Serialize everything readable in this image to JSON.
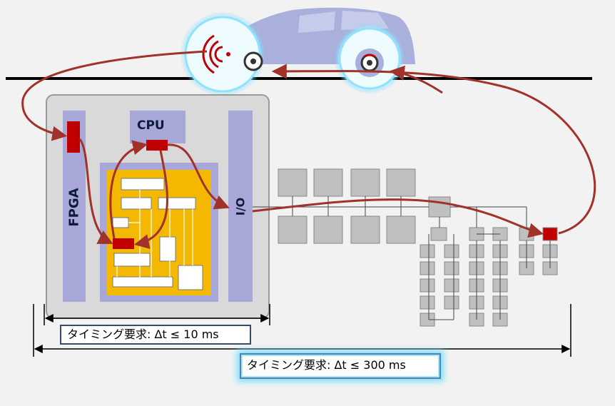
{
  "labels": {
    "cpu": "CPU",
    "fpga": "FPGA",
    "io": "I/O"
  },
  "timing": {
    "inner": "タイミング要求: Δt  ≤ 10 ms",
    "outer": "タイミング要求: Δt  ≤ 300 ms"
  },
  "colors": {
    "background": "#f2f2f2",
    "module_box": "#d9d9d9",
    "lane_purple": "#a8a8d8",
    "chip_orange": "#f5b800",
    "signal_red": "#c00000",
    "arrow": "#a0322a",
    "car": "#a9b0dc",
    "glow": "#7fe0ff",
    "network_node": "#c0c0c0"
  },
  "icons": [
    "car-icon",
    "radar-sensor-icon",
    "wheel-sensor-icon"
  ]
}
